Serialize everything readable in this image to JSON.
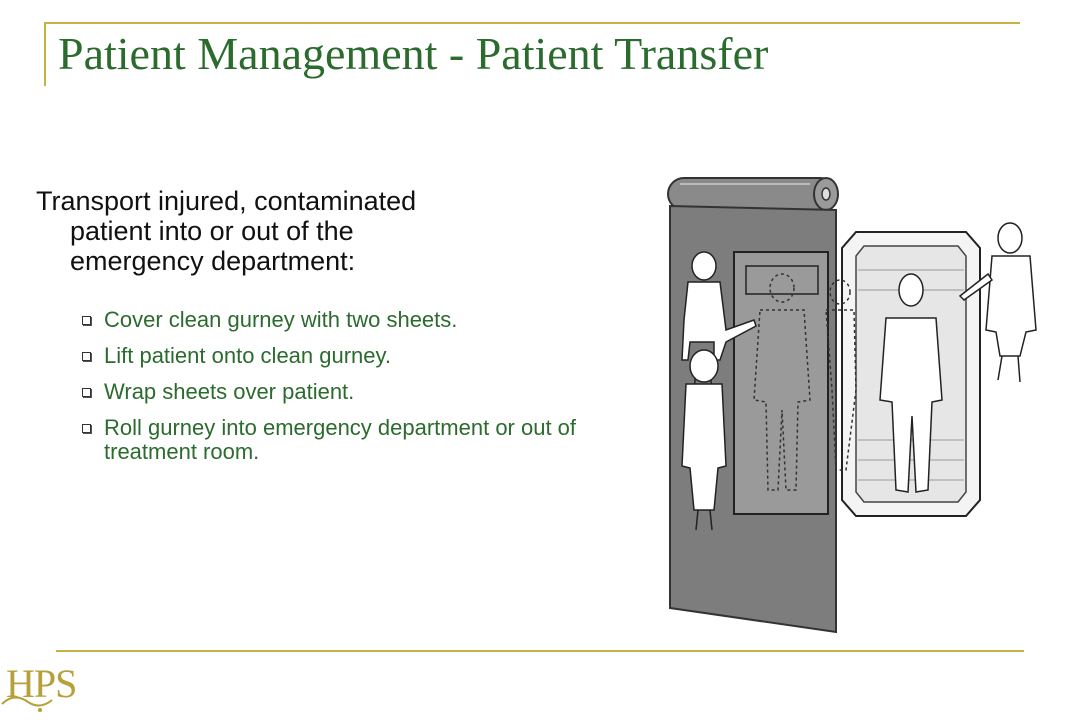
{
  "slide": {
    "title": "Patient Management - Patient Transfer",
    "intro_lines": [
      "Transport injured, contaminated",
      "patient into or out of the",
      "emergency department:"
    ],
    "bullets": [
      "Cover clean gurney with two sheets.",
      "Lift patient onto clean gurney.",
      "Wrap sheets over patient.",
      "Roll gurney into emergency department or out of treatment room."
    ],
    "logo_text": "HPS"
  },
  "colors": {
    "title": "#2c6b2e",
    "accent": "#c8b246",
    "bullet_text": "#2c6b2e",
    "logo": "#b5a03a"
  },
  "icons": {
    "bullet": "checkbox-square-icon",
    "illustration": "patient-transfer-illustration"
  }
}
